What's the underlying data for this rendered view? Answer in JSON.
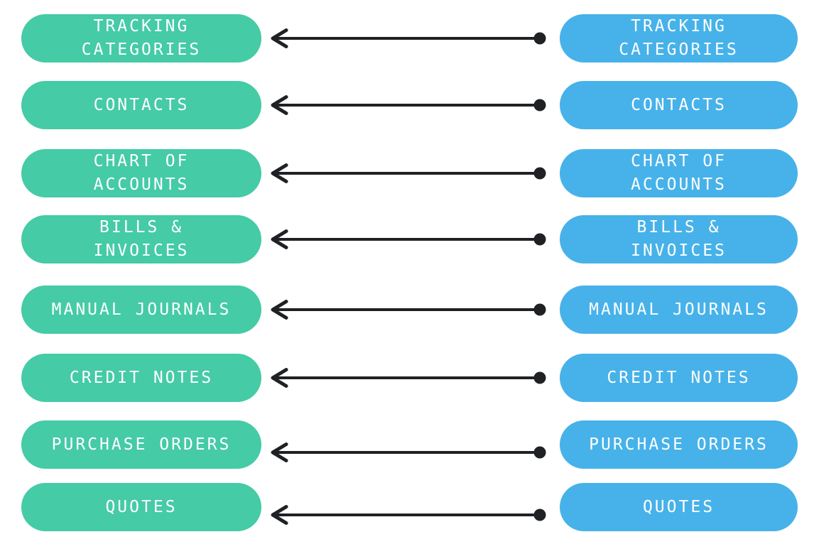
{
  "diagram": {
    "colors": {
      "left_pill_fill": "#45cba6",
      "right_pill_fill": "#47b2e9",
      "arrow": "#1f2124",
      "pill_text": "#ffffff",
      "background": "#ffffff"
    },
    "arrow_direction": "right-to-left",
    "rows": [
      {
        "label": "TRACKING\nCATEGORIES"
      },
      {
        "label": "CONTACTS"
      },
      {
        "label": "CHART OF\nACCOUNTS"
      },
      {
        "label": "BILLS &\nINVOICES"
      },
      {
        "label": "MANUAL JOURNALS"
      },
      {
        "label": "CREDIT NOTES"
      },
      {
        "label": "PURCHASE ORDERS"
      },
      {
        "label": "QUOTES"
      }
    ]
  }
}
